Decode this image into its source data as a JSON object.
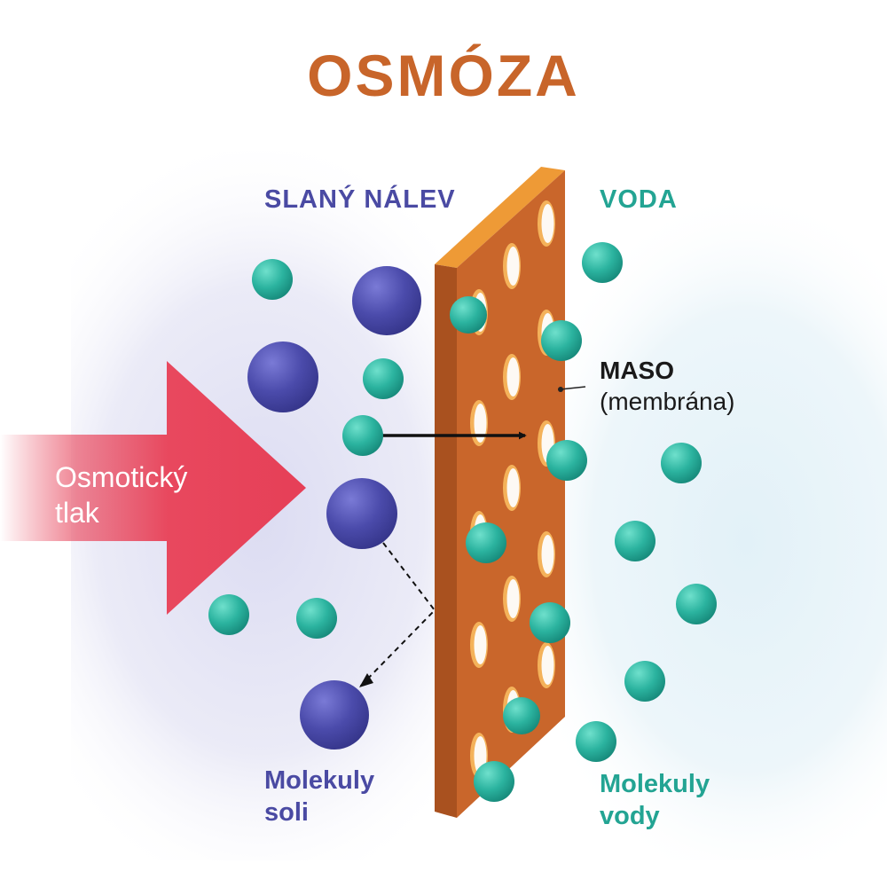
{
  "title": "OSMÓZA",
  "left_heading": "SLANÝ NÁLEV",
  "right_heading": "VODA",
  "membrane_label": {
    "line1": "MASO",
    "line2": "(membrána)"
  },
  "pressure_label": {
    "line1": "Osmotický",
    "line2": "tlak"
  },
  "salt_label": {
    "line1": "Molekuly",
    "line2": "soli"
  },
  "water_label": {
    "line1": "Molekuly",
    "line2": "vody"
  },
  "colors": {
    "title": "#c8652a",
    "salt_text": "#4a4aa3",
    "water_text": "#23a493",
    "membrane_front": "#c9662b",
    "membrane_top": "#ee9a36",
    "membrane_side": "#a9511f",
    "pressure_arrow": "#e8485e",
    "salt_molecule": "#4b4bab",
    "water_molecule": "#2bb39f"
  }
}
